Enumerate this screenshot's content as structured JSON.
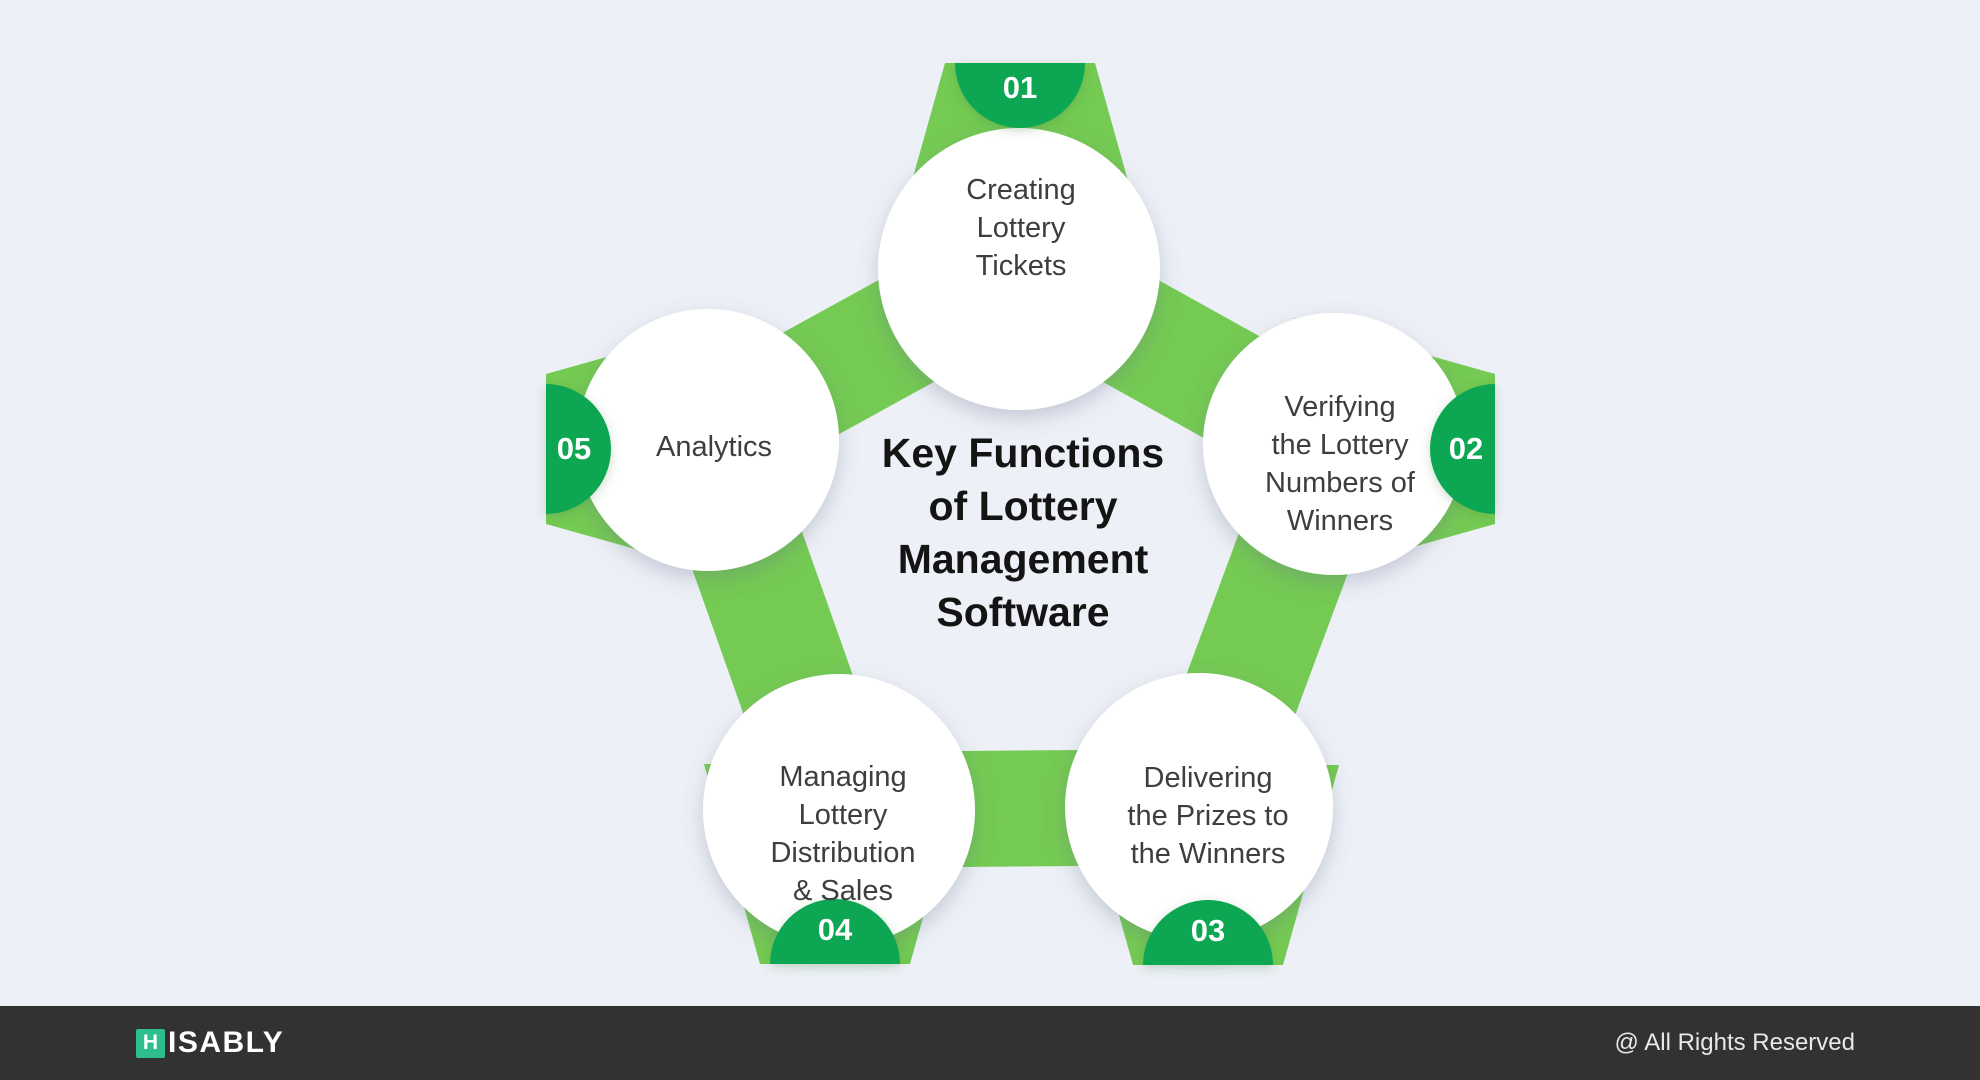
{
  "title_lines": [
    "Key Functions",
    "of Lottery",
    "Management",
    "Software"
  ],
  "nodes": [
    {
      "number": "01",
      "lines": [
        "Creating",
        "Lottery",
        "Tickets"
      ]
    },
    {
      "number": "02",
      "lines": [
        "Verifying",
        "the Lottery",
        "Numbers of",
        "Winners"
      ]
    },
    {
      "number": "03",
      "lines": [
        "Delivering",
        "the Prizes to",
        "the Winners"
      ]
    },
    {
      "number": "04",
      "lines": [
        "Managing",
        "Lottery",
        "Distribution",
        "& Sales"
      ]
    },
    {
      "number": "05",
      "lines": [
        "Analytics"
      ]
    }
  ],
  "footer": {
    "brand_initial": "H",
    "brand_rest": "ISABLY",
    "copyright": "@ All Rights Reserved"
  },
  "colors": {
    "background": "#edf0f6",
    "band_green": "#74ca52",
    "badge_green": "#0ba653",
    "footer_bg": "#323232",
    "brand_green": "#2ebe8e",
    "title_text": "#141414",
    "label_text": "#3e3e3e",
    "footer_text": "#e8e8e8"
  }
}
